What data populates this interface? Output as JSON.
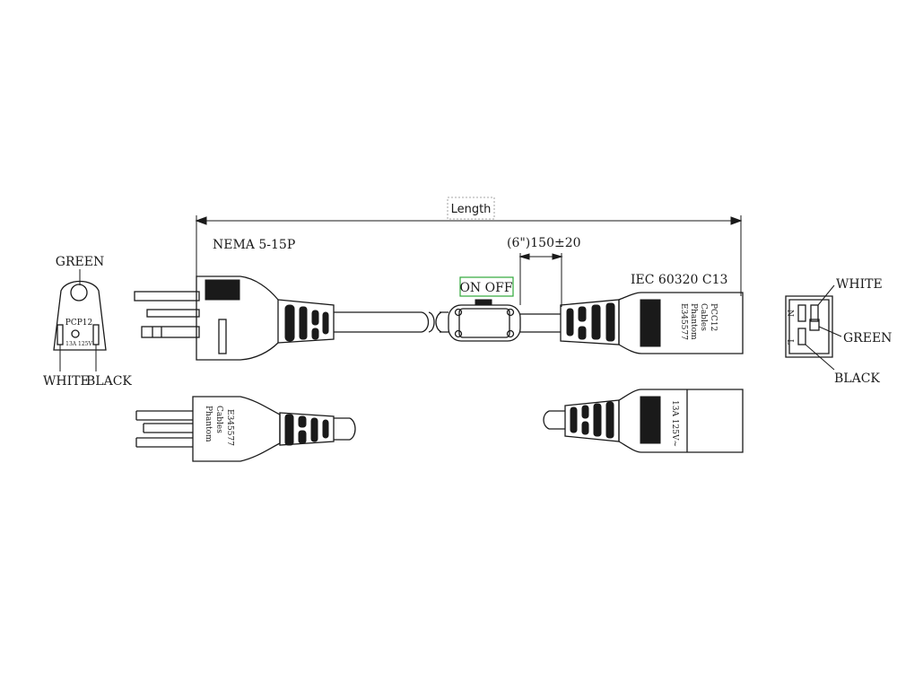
{
  "dimension": {
    "length_label": "Length",
    "switch_offset": "(6\")150±20"
  },
  "plug": {
    "type": "NEMA 5-15P",
    "face_top_label": "GREEN",
    "face_bottom_left_label": "WHITE",
    "face_bottom_right_label": "BLACK",
    "face_model": "PCP12",
    "face_rating": "13A 125V",
    "molding_text": [
      "Phantom",
      "Cables",
      "E345577"
    ]
  },
  "switch": {
    "label": "ON OFF",
    "accent_color": "#2fa83a"
  },
  "connector": {
    "type": "IEC 60320 C13",
    "molding_text": [
      "E345577",
      "Phantom",
      "Cables",
      "PCC12"
    ],
    "rating_text": "13A 125V~",
    "face_labels": {
      "top": "WHITE",
      "middle": "GREEN",
      "bottom": "BLACK"
    },
    "face_letters": [
      "N",
      "L"
    ]
  }
}
